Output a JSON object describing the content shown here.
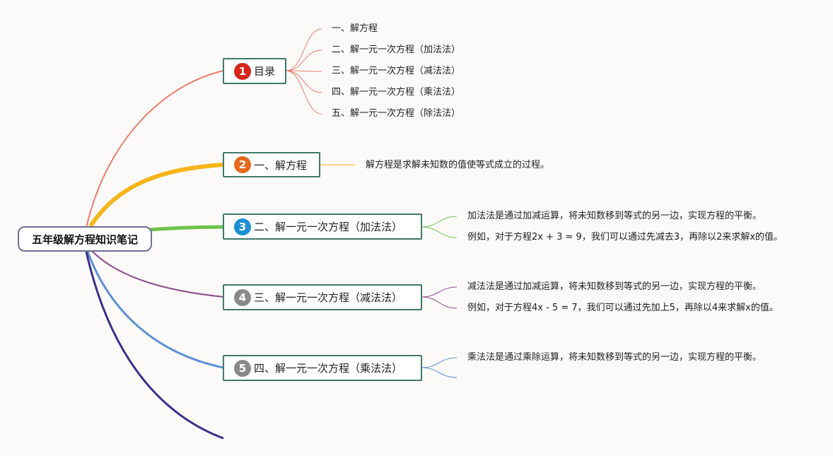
{
  "root": {
    "label": "五年级解方程知识笔记"
  },
  "branches": [
    {
      "number": "1",
      "label": "目录",
      "badge_color": "#d7261c",
      "line_color": "#ef7b6f",
      "children": [
        "一、解方程",
        "二、解一元一次方程（加法法）",
        "三、解一元一次方程（减法法）",
        "四、解一元一次方程（乘法法）",
        "五、解一元一次方程（除法法）"
      ]
    },
    {
      "number": "2",
      "label": "一、解方程",
      "badge_color": "#e5681c",
      "line_color": "#f7b519",
      "children": [
        "解方程是求解未知数的值使等式成立的过程。"
      ]
    },
    {
      "number": "3",
      "label": "二、解一元一次方程（加法法）",
      "badge_color": "#1b8fd6",
      "line_color": "#6cc24a",
      "children": [
        "加法法是通过加减运算，将未知数移到等式的另一边，实现方程的平衡。",
        "例如，对于方程2x + 3 = 9，我们可以通过先减去3，再除以2来求解x的值。"
      ]
    },
    {
      "number": "4",
      "label": "三、解一元一次方程（减法法）",
      "badge_color": "#8a8a8a",
      "line_color": "#8e4a8e",
      "children": [
        "减法法是通过加减运算，将未知数移到等式的另一边，实现方程的平衡。",
        "例如，对于方程4x - 5 = 7，我们可以通过先加上5，再除以4来求解x的值。"
      ]
    },
    {
      "number": "5",
      "label": "四、解一元一次方程（乘法法）",
      "badge_color": "#8a8a8a",
      "line_color": "#5b8fd6",
      "children": [
        "乘法法是通过乘除运算，将未知数移到等式的另一边，实现方程的平衡。"
      ]
    }
  ],
  "extra_branch": {
    "line_color": "#3b2f8c"
  }
}
